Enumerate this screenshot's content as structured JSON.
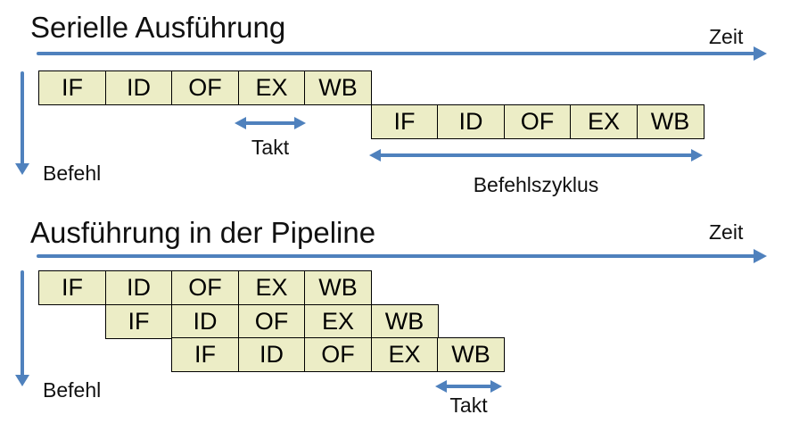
{
  "colors": {
    "box_fill": "#ECEDC6",
    "box_border": "#000000",
    "arrow": "#4F81BD",
    "text": "#111111"
  },
  "serial": {
    "title": "Serielle Ausführung",
    "time_label": "Zeit",
    "instruction_label": "Befehl",
    "clock_label": "Takt",
    "cycle_label": "Befehlszyklus",
    "rows": [
      {
        "offset": 0,
        "stages": [
          "IF",
          "ID",
          "OF",
          "EX",
          "WB"
        ]
      },
      {
        "offset": 5,
        "stages": [
          "IF",
          "ID",
          "OF",
          "EX",
          "WB"
        ]
      }
    ]
  },
  "pipeline": {
    "title": "Ausführung in der Pipeline",
    "time_label": "Zeit",
    "instruction_label": "Befehl",
    "clock_label": "Takt",
    "rows": [
      {
        "offset": 0,
        "stages": [
          "IF",
          "ID",
          "OF",
          "EX",
          "WB"
        ]
      },
      {
        "offset": 1,
        "stages": [
          "IF",
          "ID",
          "OF",
          "EX",
          "WB"
        ]
      },
      {
        "offset": 2,
        "stages": [
          "IF",
          "ID",
          "OF",
          "EX",
          "WB"
        ]
      }
    ]
  }
}
